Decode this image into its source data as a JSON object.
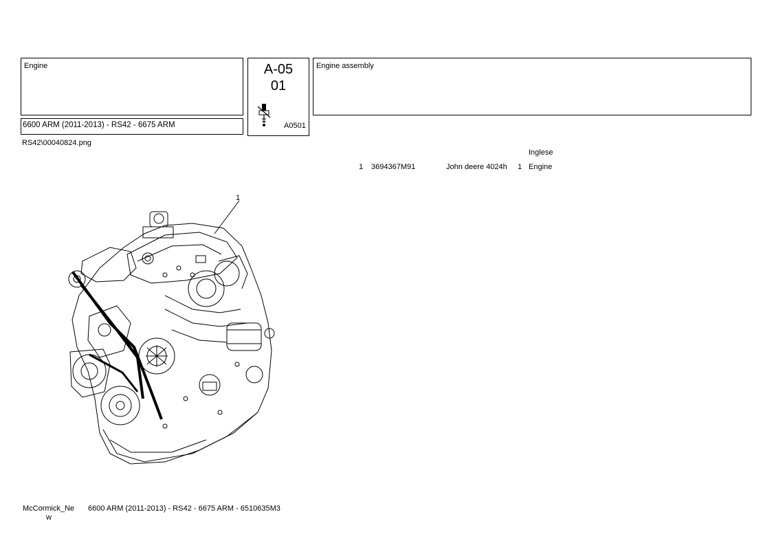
{
  "header": {
    "group_title": "Engine",
    "model_line": "6600 ARM (2011-2013) - RS42 - 6675 ARM",
    "section_code": "A-05",
    "section_sub": "01",
    "section_ref": "A0501",
    "description": "Engine assembly"
  },
  "image_filename": "RS42\\00040824.png",
  "parts_table": {
    "language_header": "Inglese",
    "rows": [
      {
        "ref": "1",
        "part_number": "3694367M91",
        "note": "John deere 4024h",
        "qty": "1",
        "description": "Engine"
      }
    ]
  },
  "drawing": {
    "callout": "1"
  },
  "footer": {
    "brand_line1": "McCormick_Ne",
    "brand_line2": "w",
    "catalog_line": "6600 ARM (2011-2013) - RS42 - 6675 ARM - 6510635M3"
  }
}
